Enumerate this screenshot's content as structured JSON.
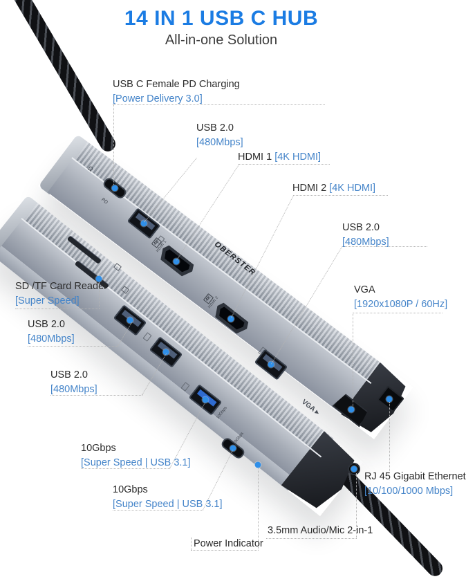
{
  "header": {
    "title": "14 IN 1 USB C HUB",
    "subtitle": "All-in-one Solution"
  },
  "colors": {
    "title_blue": "#1b7ce3",
    "detail_blue": "#4484c9",
    "indicator_blue": "#2f8fe9"
  },
  "device": {
    "brand": "OBERSTER",
    "markings": {
      "pd": "PD",
      "k4": "4K",
      "hdmi1": "HDMI 1",
      "hdmi2": "HDMI 2",
      "ten_gbps": "10Gbps",
      "vga": "VGA ▸",
      "headset_glyph": "Ω"
    }
  },
  "callouts": [
    {
      "title": "USB C Female PD Charging",
      "detail": "[Power Delivery 3.0]"
    },
    {
      "title": "USB 2.0",
      "detail": "[480Mbps]"
    },
    {
      "title": "HDMI 1",
      "detail": "[4K HDMI]"
    },
    {
      "title": "HDMI 2",
      "detail": "[4K HDMI]"
    },
    {
      "title": "USB 2.0",
      "detail": "[480Mbps]"
    },
    {
      "title": "VGA",
      "detail": "[1920x1080P / 60Hz]"
    },
    {
      "title": "SD /TF Card Reader",
      "detail": "[Super Speed]"
    },
    {
      "title": "USB 2.0",
      "detail": "[480Mbps]"
    },
    {
      "title": "USB 2.0",
      "detail": "[480Mbps]"
    },
    {
      "title": "10Gbps",
      "detail": "[Super Speed | USB 3.1]"
    },
    {
      "title": "10Gbps",
      "detail": "[Super Speed | USB 3.1]"
    },
    {
      "title": "RJ 45 Gigabit Ethernet",
      "detail": "[10/100/1000 Mbps]"
    },
    {
      "title": "3.5mm Audio/Mic 2-in-1",
      "detail": ""
    },
    {
      "title": "Power Indicator",
      "detail": ""
    }
  ]
}
